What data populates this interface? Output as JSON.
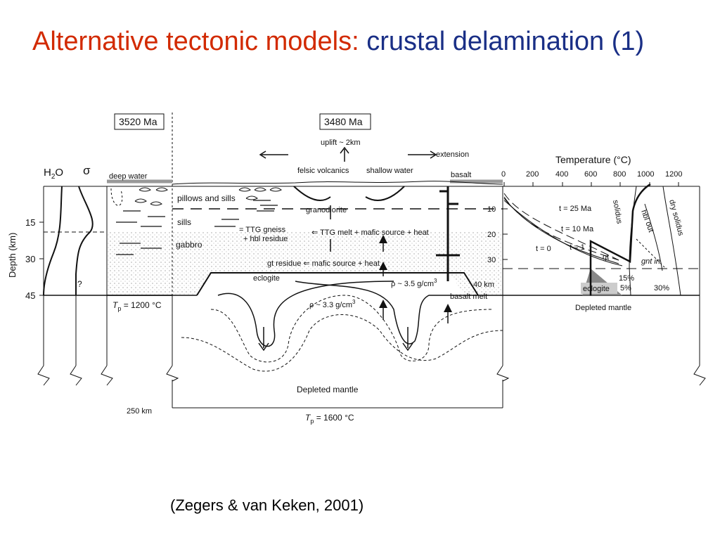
{
  "slide": {
    "title_part1": "Alternative tectonic models:",
    "title_part2": "crustal delamination (1)",
    "citation": "(Zegers & van Keken, 2001)"
  },
  "diagram": {
    "box_3520": "3520 Ma",
    "box_3480": "3480 Ma",
    "uplift": "uplift ~ 2km",
    "extension": "extension",
    "felsic_volcanics": "felsic volcanics",
    "shallow_water": "shallow water",
    "basalt": "basalt",
    "deep_water": "deep water",
    "h2o_h": "H",
    "h2o_sub": "2",
    "h2o_o": "O",
    "sigma": "σ",
    "depth_axis": "Depth (km)",
    "depth_ticks": [
      "15",
      "30",
      "45"
    ],
    "depth_ticks_right": [
      "10",
      "20",
      "30"
    ],
    "pillows": "pillows and sills",
    "sills": "sills",
    "gabbro": "gabbro",
    "granodiorite": "granodiorite",
    "ttg_gneiss": "= TTG gneiss",
    "hbl_residue": "+ hbl residue",
    "ttg_melt": "⇐ TTG melt + mafic source + heat",
    "gt_residue": "gt residue ⇐ mafic source + heat",
    "eclogite": "eclogite",
    "rho_35": "ρ ~ 3.5 g/cm",
    "rho_33": "ρ ~ 3.3 g/cm",
    "cube": "3",
    "km40": "40 km",
    "basalt_melt": "basalt melt",
    "question": "?",
    "tp1200_T": "T",
    "tp1200_sub": "p",
    "tp1200_rest": " = 1200 °C",
    "tp1600_T": "T",
    "tp1600_sub": "p",
    "tp1600_rest": " = 1600 °C",
    "depleted_mantle": "Depleted mantle",
    "depleted_mantle_right": "Depleted mantle",
    "km250": "250 km",
    "temp_axis": "Temperature (°C)",
    "temp_ticks": [
      "0",
      "200",
      "400",
      "600",
      "800",
      "1000",
      "1200"
    ],
    "t25": "t = 25 Ma",
    "t10": "t = 10 Ma",
    "t1": "t = 1",
    "t0": "t = 0",
    "solidus": "solidus",
    "hbl_out": "hbl out",
    "dry_solidus": "dry solidus",
    "gt": "gt",
    "gnt_in": "gnt in",
    "pct15": "15%",
    "pct5": "5%",
    "pct30": "30%",
    "eclogite_right": "eclogite"
  }
}
